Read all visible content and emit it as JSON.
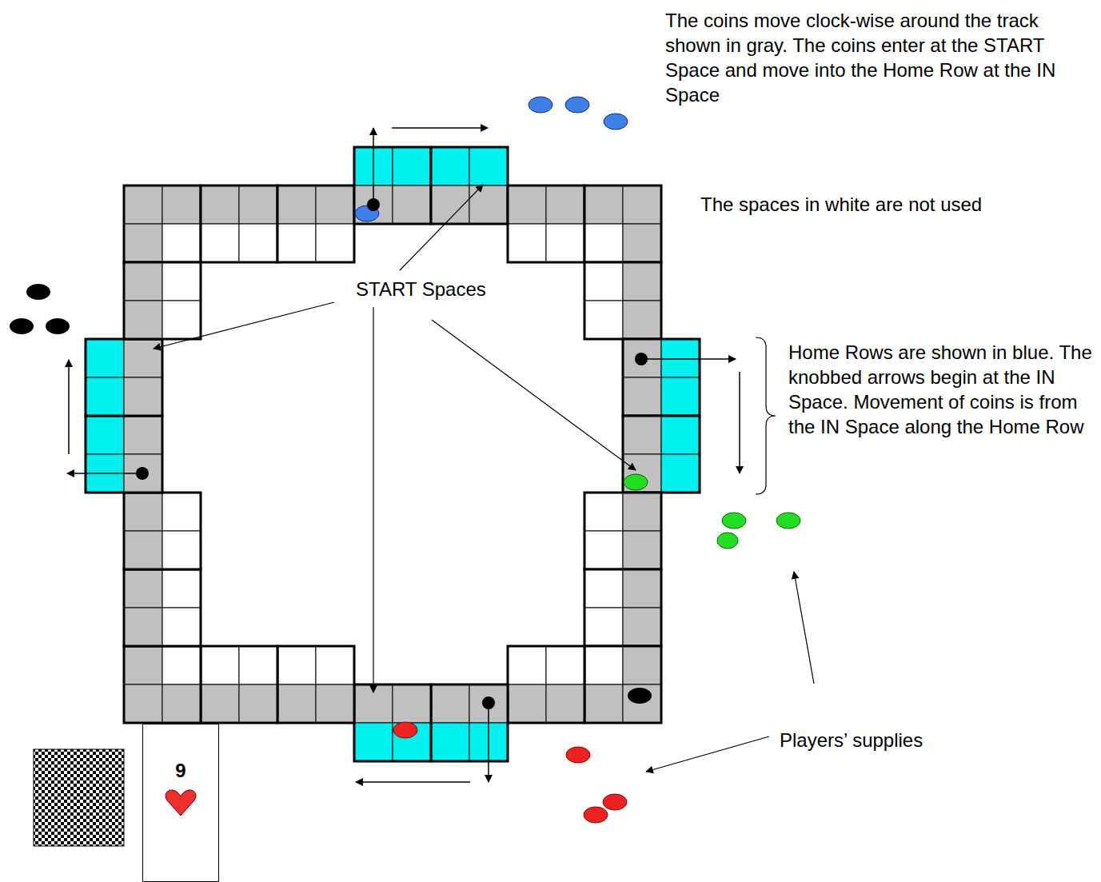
{
  "diagram": {
    "nodes": [
      {
        "text": [
          "9"
        ]
      }
    ],
    "labels": [
      "The coins move clock-wise around the track shown in gray. The coins enter at the START Space and move into the Home Row at the IN Space",
      "The spaces in white are not used",
      "START Spaces",
      "Home Rows are shown in blue. The knobbed arrows begin at the IN Space. Movement of coins is from the IN Space along the Home Row",
      "Players’ supplies"
    ]
  }
}
